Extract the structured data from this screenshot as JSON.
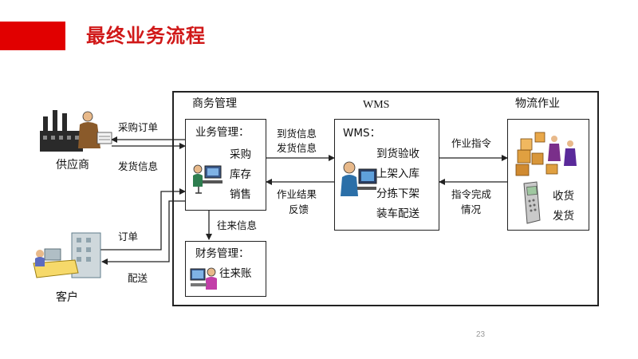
{
  "slide": {
    "title": "最终业务流程",
    "page_number": "23"
  },
  "regions": {
    "commerce": "商务管理",
    "wms": "WMS",
    "logistics": "物流作业"
  },
  "actors": {
    "supplier": "供应商",
    "customer": "客户"
  },
  "boxes": {
    "business": {
      "title": "业务管理：",
      "items": [
        "采购",
        "库存",
        "销售"
      ]
    },
    "finance": {
      "title": "财务管理：",
      "items": [
        "往来账"
      ]
    },
    "wms": {
      "title": "WMS：",
      "items": [
        "到货验收",
        "上架入库",
        "分拣下架",
        "装车配送"
      ]
    },
    "logistics": {
      "items": [
        "收货",
        "发货"
      ]
    }
  },
  "flows": {
    "purchase_order": "采购订单",
    "shipment_info": "发货信息",
    "order": "订单",
    "delivery": "配送",
    "arrival_info": "到货信息",
    "shipping_info": "发货信息",
    "job_result": "作业结果",
    "feedback": "反馈",
    "transactions": "往来信息",
    "job_command": "作业指令",
    "command_done": "指令完成",
    "status": "情况"
  }
}
